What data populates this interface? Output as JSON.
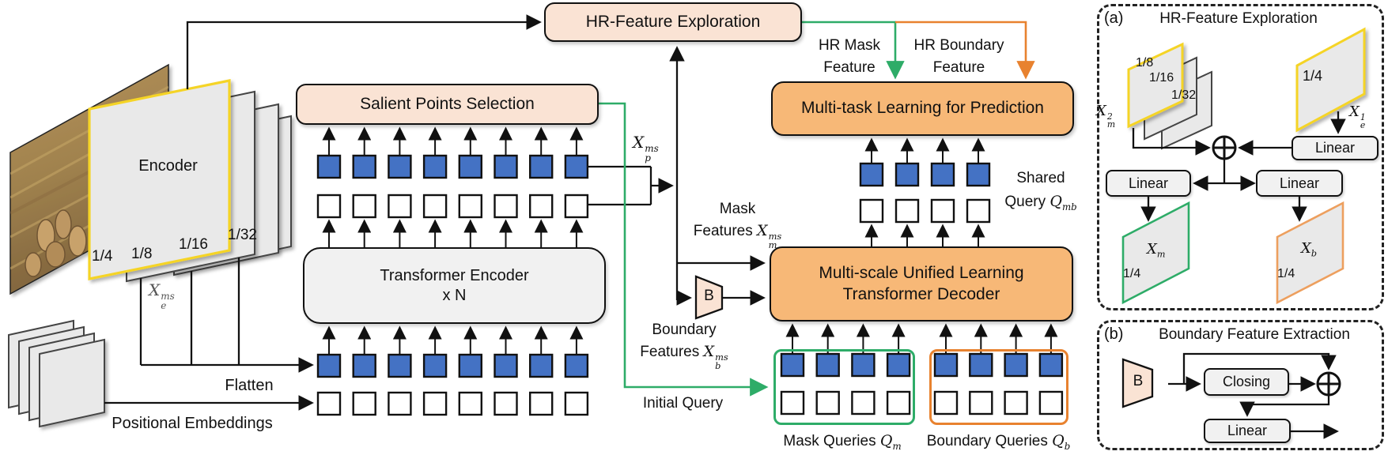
{
  "colors": {
    "blue_token": "#4472C4",
    "green": "#2EAC68",
    "orange_line": "#E8822F",
    "orange_border_light": "#ED9F5E",
    "peach_fill": "#FAE3D4",
    "orange_fill": "#F7B877",
    "gray_fill": "#F1F1F1",
    "panel_gray": "#E9E9E9",
    "yellow": "#F5D427"
  },
  "tokens": {
    "encoder_columns": 8,
    "shared_columns": 4,
    "mask_query_columns": 4,
    "boundary_query_columns": 4
  },
  "main": {
    "top_pipeline": {
      "hr_feature_box": "HR-Feature Exploration",
      "hr_mask_feature": {
        "line1": "HR Mask",
        "line2": "Feature"
      },
      "hr_boundary_feature": {
        "line1": "HR Boundary",
        "line2": "Feature"
      },
      "multitask_box": "Multi-task Learning for Prediction"
    },
    "input": {
      "encoder_label": "Encoder",
      "scale_14": "1/4",
      "scale_18": "1/8",
      "scale_116": "1/16",
      "scale_132": "1/32",
      "xe_ms": {
        "base": "X",
        "sup": "ms",
        "sub": "e"
      },
      "flatten_label": "Flatten",
      "positional_label": "Positional Embeddings"
    },
    "encoder": {
      "salient_box": "Salient Points Selection",
      "transformer_box_line1": "Transformer Encoder",
      "transformer_box_line2": "x N",
      "xp_ms": {
        "base": "X",
        "sup": "ms",
        "sub": "p"
      }
    },
    "decoder": {
      "mask_features": {
        "line1": "Mask",
        "line2": "Features",
        "math": {
          "base": "X",
          "sup": "ms",
          "sub": "m"
        }
      },
      "boundary_features": {
        "line1": "Boundary",
        "line2": "Features",
        "math": {
          "base": "X",
          "sup": "ms",
          "sub": "b"
        }
      },
      "b_block": "B",
      "decoder_box_line1": "Multi-scale Unified Learning",
      "decoder_box_line2": "Transformer Decoder",
      "initial_query": "Initial Query",
      "shared_query": {
        "line1": "Shared",
        "line2": "Query",
        "math": {
          "base": "Q",
          "sub": "mb"
        }
      },
      "mask_queries": {
        "text": "Mask Queries",
        "math": {
          "base": "Q",
          "sub": "m"
        }
      },
      "boundary_queries": {
        "text": "Boundary Queries",
        "math": {
          "base": "Q",
          "sub": "b"
        }
      }
    }
  },
  "panel_a": {
    "tag": "(a)",
    "title": "HR-Feature Exploration",
    "scale_18": "1/8",
    "scale_116": "1/16",
    "scale_132": "1/32",
    "xm2": {
      "base": "X",
      "sup": "2",
      "sub": "m"
    },
    "scale_14": "1/4",
    "xe1": {
      "base": "X",
      "sup": "1",
      "sub": "e"
    },
    "linear_top": "Linear",
    "linear_left": "Linear",
    "linear_right": "Linear",
    "xm": {
      "base": "X",
      "sub": "m"
    },
    "xm_scale": "1/4",
    "xb": {
      "base": "X",
      "sub": "b"
    },
    "xb_scale": "1/4"
  },
  "panel_b": {
    "tag": "(b)",
    "title": "Boundary Feature Extraction",
    "b_block": "B",
    "closing": "Closing",
    "linear": "Linear"
  }
}
